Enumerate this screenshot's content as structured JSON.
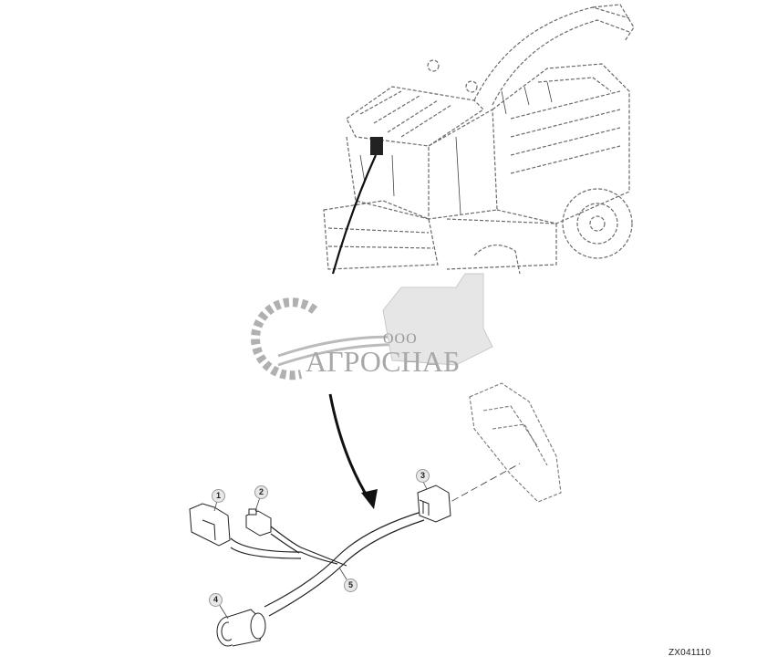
{
  "diagram": {
    "type": "exploded parts illustration",
    "subject": "Forage harvester with cab wiring harness detail",
    "figure_id": "ZX041110",
    "callouts": [
      {
        "id": "1",
        "label": "1",
        "part": "connector (rectangular, 2-way)"
      },
      {
        "id": "2",
        "label": "2",
        "part": "connector (small)"
      },
      {
        "id": "3",
        "label": "3",
        "part": "multi-pin connector"
      },
      {
        "id": "4",
        "label": "4",
        "part": "round diagnostic connector"
      },
      {
        "id": "5",
        "label": "5",
        "part": "wiring harness"
      }
    ]
  },
  "watermark": {
    "prefix": "ООО",
    "name": "АГРОСНАБ",
    "color": "#a8a8a8"
  },
  "colors": {
    "line": "#222222",
    "dashed": "#666666",
    "watermark": "#b0b0b0",
    "background": "#ffffff"
  }
}
